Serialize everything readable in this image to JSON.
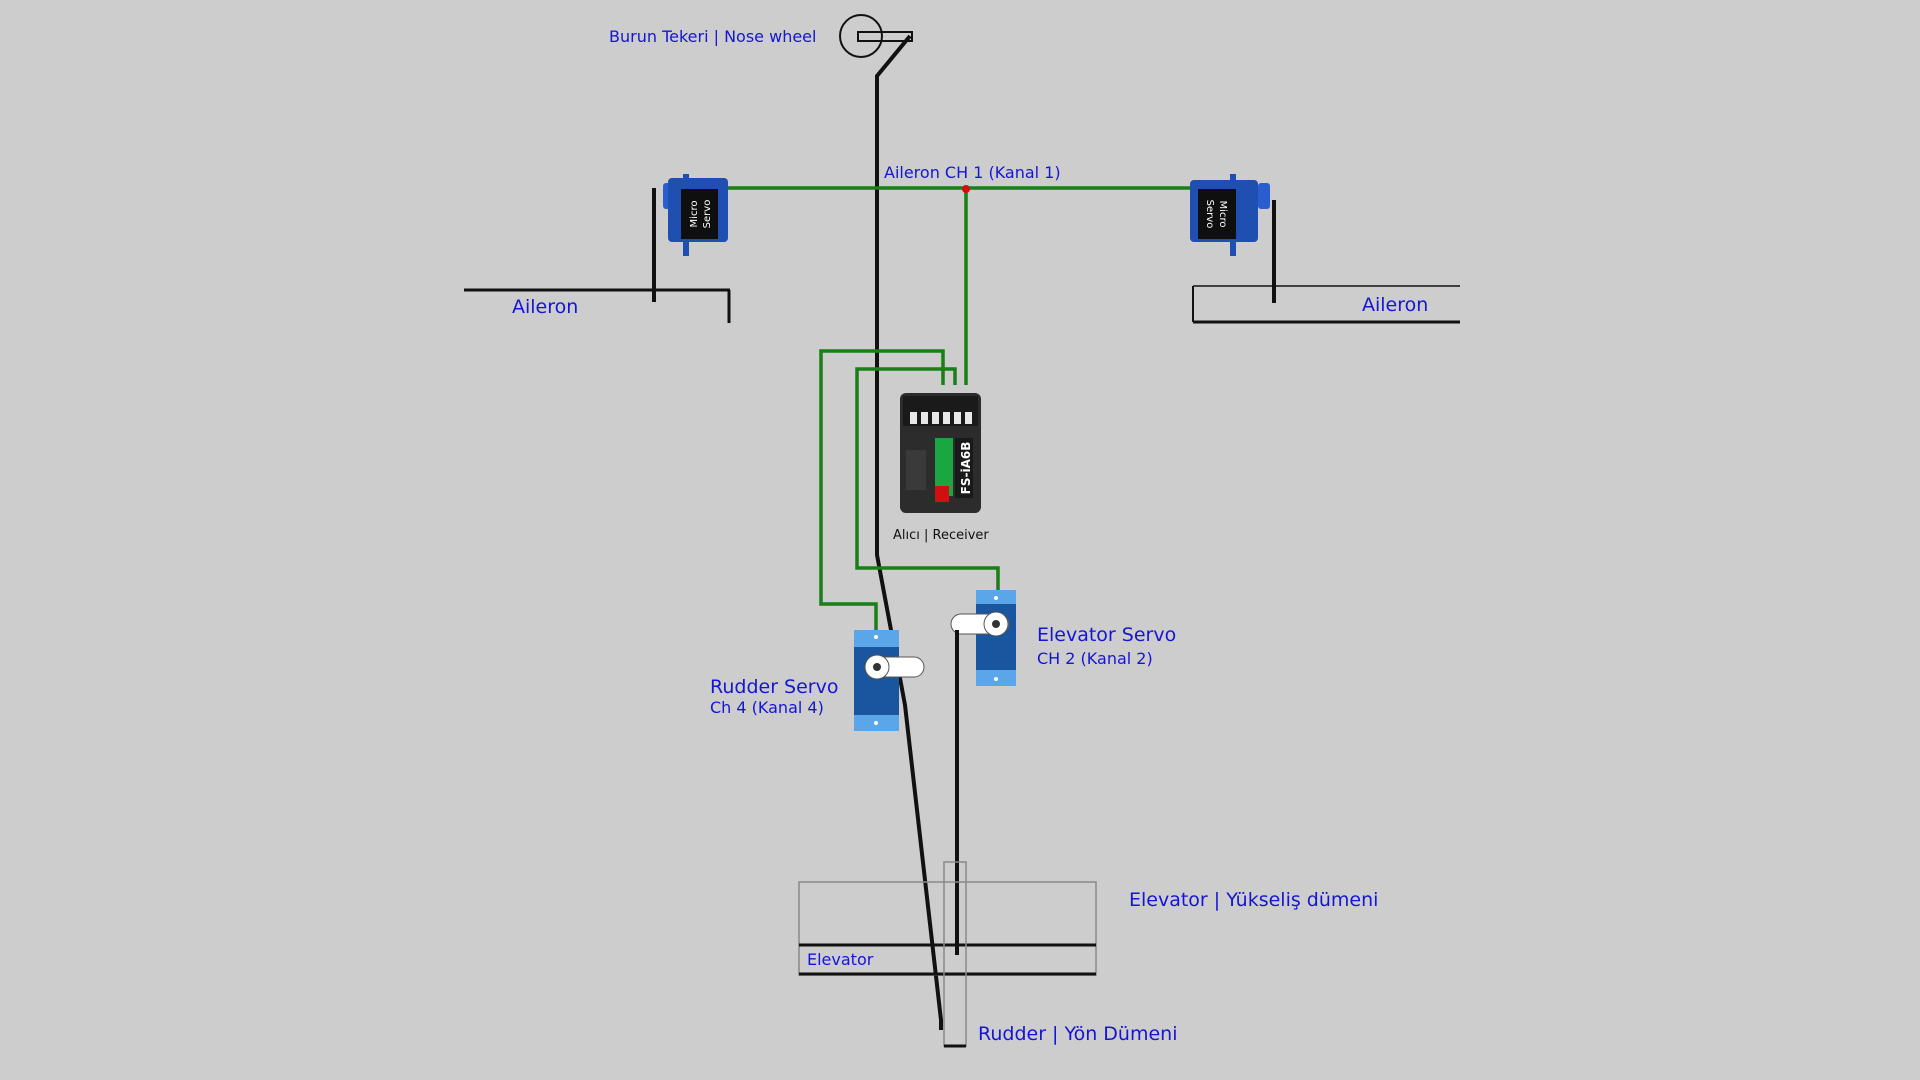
{
  "labels": {
    "nose_wheel": "Burun Tekeri | Nose wheel",
    "aileron_channel": "Aileron CH 1 (Kanal 1)",
    "aileron_left": "Aileron",
    "aileron_right": "Aileron",
    "receiver": "Alıcı | Receiver",
    "receiver_model": "FS-iA6B",
    "elevator_servo_title": "Elevator Servo",
    "elevator_servo_channel": "CH 2 (Kanal 2)",
    "rudder_servo_title": "Rudder Servo",
    "rudder_servo_channel": "Ch 4 (Kanal 4)",
    "elevator_surface": "Elevator | Yükseliş dümeni",
    "elevator_inner": "Elevator",
    "rudder_surface": "Rudder | Yön Dümeni",
    "micro_servo_line1": "Micro",
    "micro_servo_line2": "Servo"
  },
  "colors": {
    "background": "#cdcdcd",
    "label_blue": "#1515d6",
    "wire_green": "#1a7f16",
    "pushrod_black": "#111111",
    "servo_blue": "#1f4fb0",
    "receiver_green": "#1aa640",
    "junction_red": "#d01010"
  }
}
